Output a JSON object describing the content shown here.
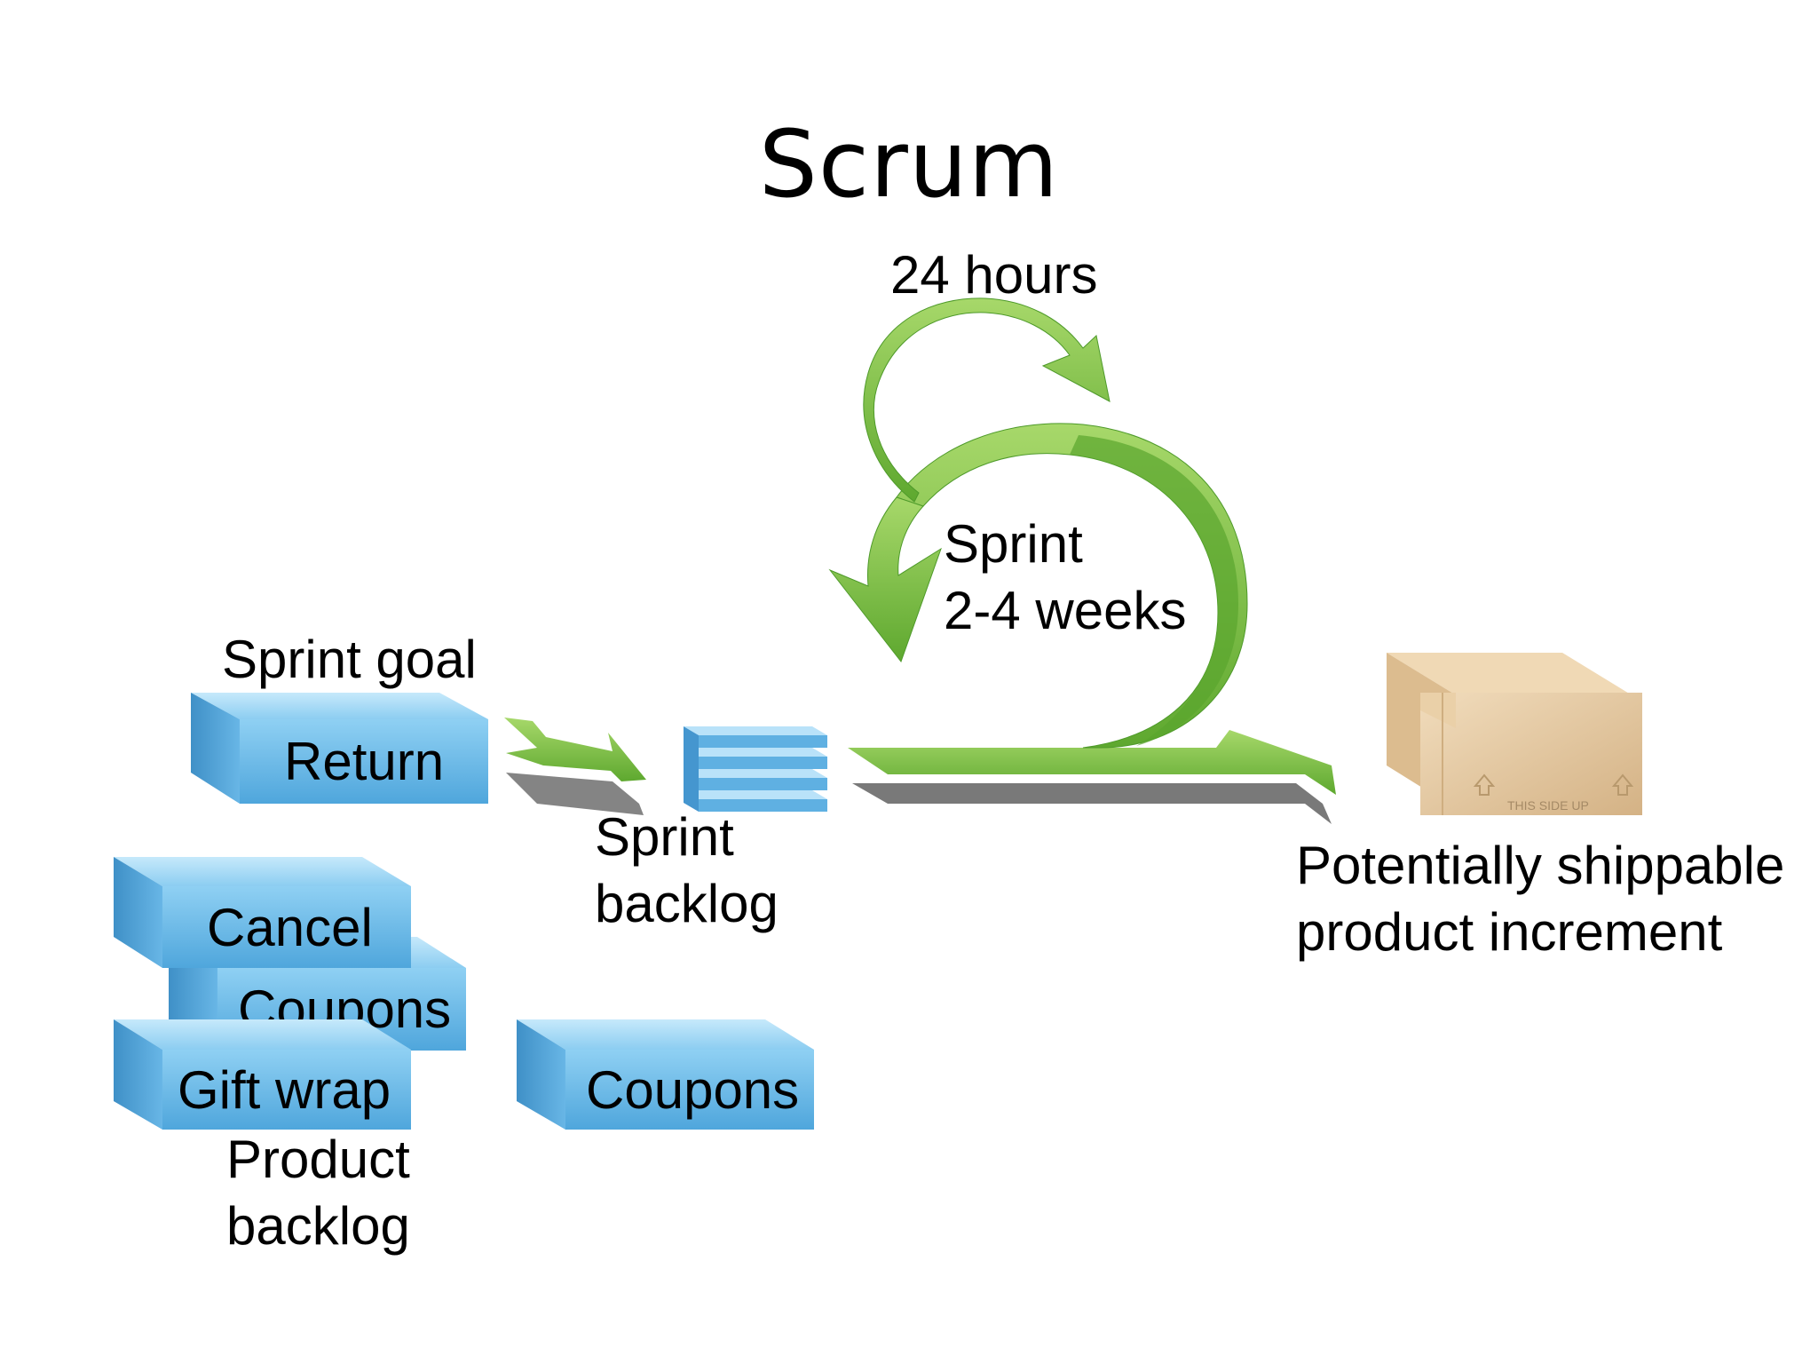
{
  "title": "Scrum",
  "labels": {
    "daily_cycle": "24 hours",
    "sprint_line1": "Sprint",
    "sprint_line2": "2-4 weeks",
    "sprint_goal": "Sprint goal",
    "sprint_backlog_line1": "Sprint",
    "sprint_backlog_line2": "backlog",
    "increment_line1": "Potentially shippable",
    "increment_line2": "product increment",
    "product_backlog_line1": "Product",
    "product_backlog_line2": "backlog"
  },
  "blocks": {
    "sprint_goal_item": "Return",
    "product_backlog_items": [
      "Cancel",
      "Coupons",
      "Gift wrap"
    ],
    "selected_item": "Coupons"
  },
  "box_marking": "THIS SIDE UP",
  "colors": {
    "block_front": "#6cbbe9",
    "block_top": "#a9dcf7",
    "block_side": "#4aa0d4",
    "arrow_green": "#7bc142",
    "arrow_dark_green": "#4e9a2a",
    "arrow_shadow": "#7a7a7a",
    "box_tan": "#e3c49b"
  },
  "icons": [
    "green-cycle-arrow-icon",
    "green-flow-arrow-icon",
    "cardboard-box-icon"
  ]
}
